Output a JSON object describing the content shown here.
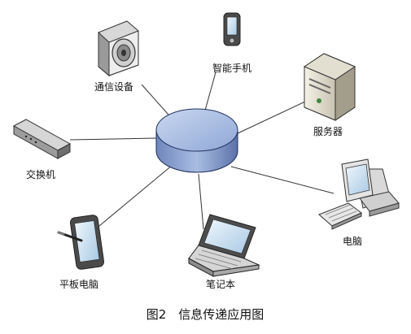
{
  "diagram": {
    "caption": "图2　信息传递应用图",
    "hub": {
      "icon": "network-hub-icon"
    },
    "nodes": [
      {
        "id": "comm-device",
        "label": "通信设备",
        "icon": "communication-device-icon"
      },
      {
        "id": "smartphone",
        "label": "智能手机",
        "icon": "smartphone-icon"
      },
      {
        "id": "server",
        "label": "服务器",
        "icon": "server-tower-icon"
      },
      {
        "id": "switch",
        "label": "交换机",
        "icon": "network-switch-icon"
      },
      {
        "id": "computer",
        "label": "电脑",
        "icon": "desktop-computer-icon"
      },
      {
        "id": "tablet",
        "label": "平板电脑",
        "icon": "tablet-icon"
      },
      {
        "id": "laptop",
        "label": "笔记本",
        "icon": "laptop-icon"
      }
    ]
  },
  "colors": {
    "hub_top": "#b3c6e8",
    "hub_side": "#7b93c6",
    "hub_outline": "#1f2f5a",
    "device_dark": "#3a3a3a",
    "device_light": "#e6e6e6",
    "screen": "#cfe3f3"
  }
}
